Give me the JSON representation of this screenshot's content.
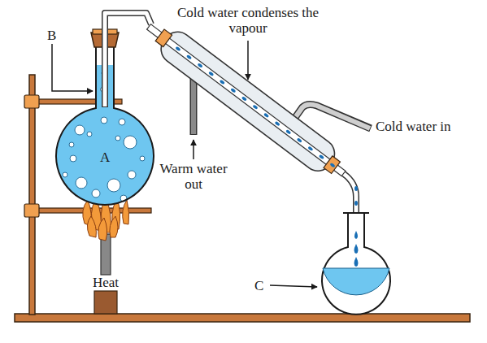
{
  "diagram": {
    "labels": [
      "Cold water condenses the vapour",
      "B",
      "Cold water in",
      "A",
      "Warm water out",
      "Heat",
      "C"
    ]
  }
}
